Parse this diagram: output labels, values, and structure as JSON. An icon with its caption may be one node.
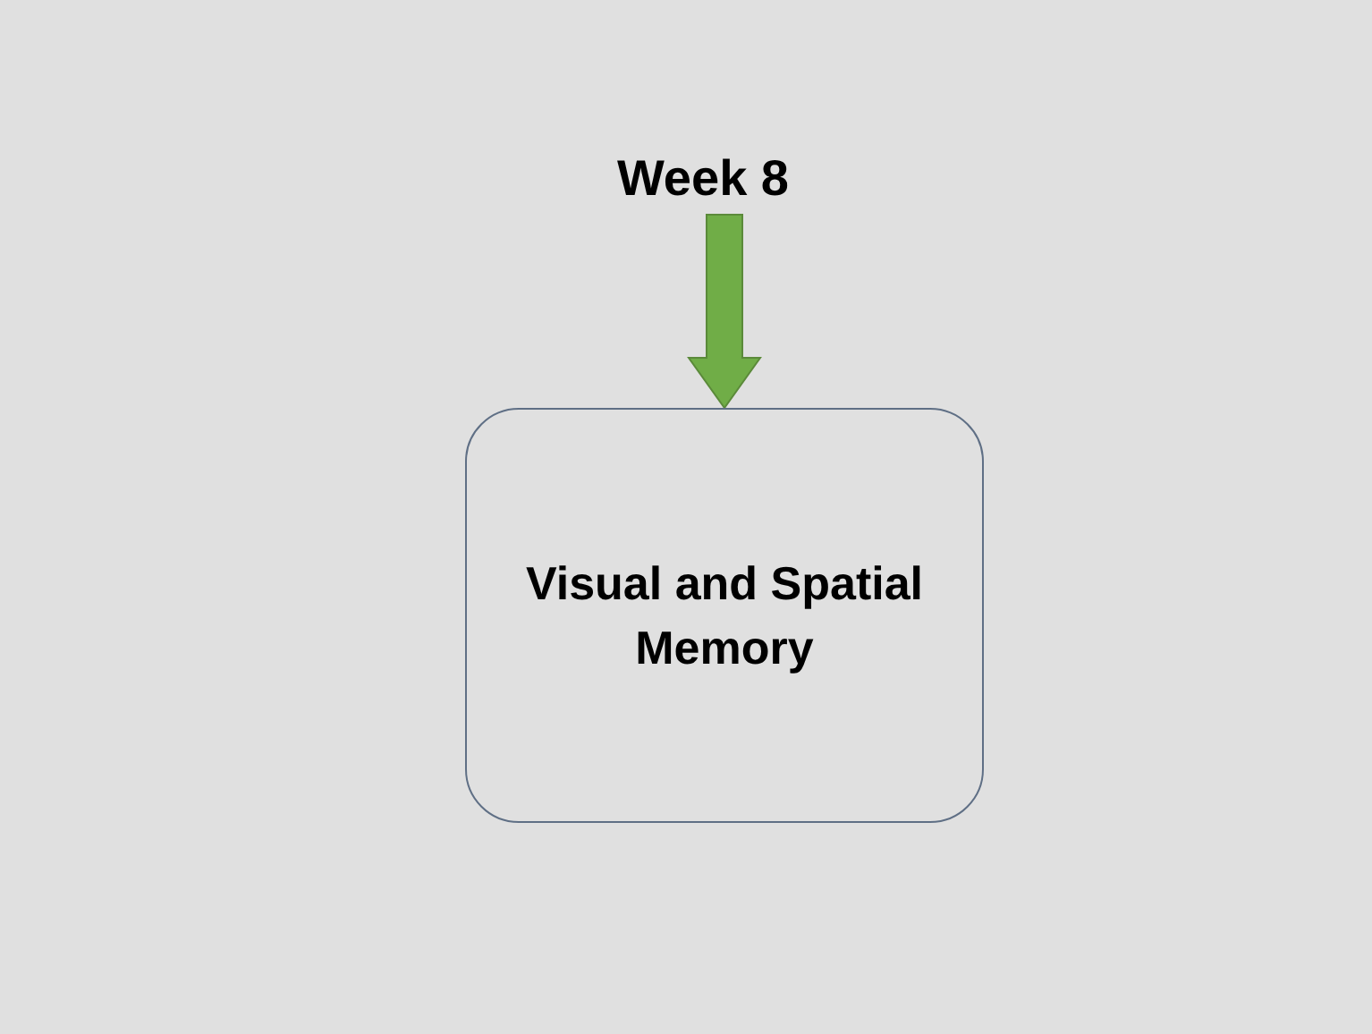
{
  "diagram": {
    "nodes": [
      {
        "text": [
          "Week 8"
        ]
      },
      {
        "text": [
          "Visual and Spatial Memory"
        ]
      }
    ],
    "edges": [
      {
        "from": 0,
        "to": 1,
        "arrow": "to",
        "style": "thick",
        "color": "#70ad47"
      }
    ]
  }
}
